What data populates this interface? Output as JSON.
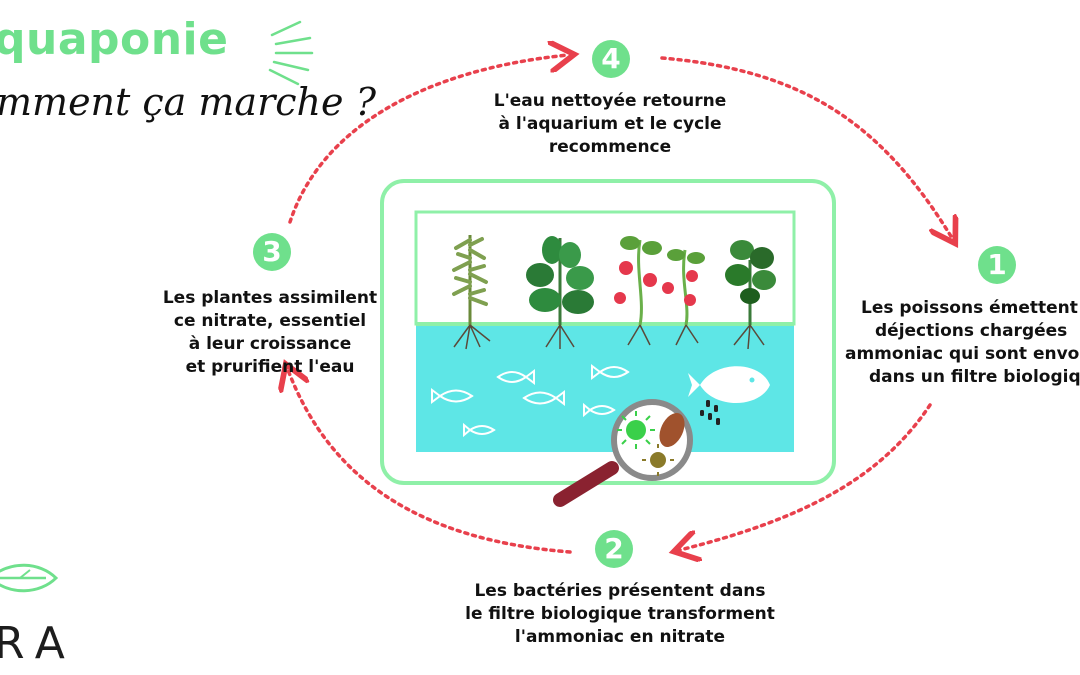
{
  "header": {
    "title": "quaponie",
    "subtitle": "mment ça marche ?"
  },
  "steps": [
    {
      "number": "1",
      "lines": [
        "Les poissons émettent",
        "déjections chargées",
        "ammoniac qui sont envo",
        "dans un filtre biologiq"
      ]
    },
    {
      "number": "2",
      "lines": [
        "Les bactéries présentent dans",
        "le filtre biologique transforment",
        "l'ammoniac en nitrate"
      ]
    },
    {
      "number": "3",
      "lines": [
        "Les plantes assimilent",
        "ce nitrate, essentiel",
        "à leur croissance",
        "et prurifient l'eau"
      ]
    },
    {
      "number": "4",
      "lines": [
        "L'eau nettoyée retourne",
        "à l'aquarium et le cycle",
        "recommence"
      ]
    }
  ],
  "brand": {
    "text": "RA"
  },
  "colors": {
    "accent": "#6fe08c",
    "water": "#5ee6e6",
    "arrow": "#e8404c",
    "frame": "#8ff0a8"
  },
  "icons": [
    "leaf-logo-icon",
    "magnifier-icon",
    "fish-icon",
    "bacteria-icon",
    "plant-icon",
    "strawberry-icon"
  ]
}
